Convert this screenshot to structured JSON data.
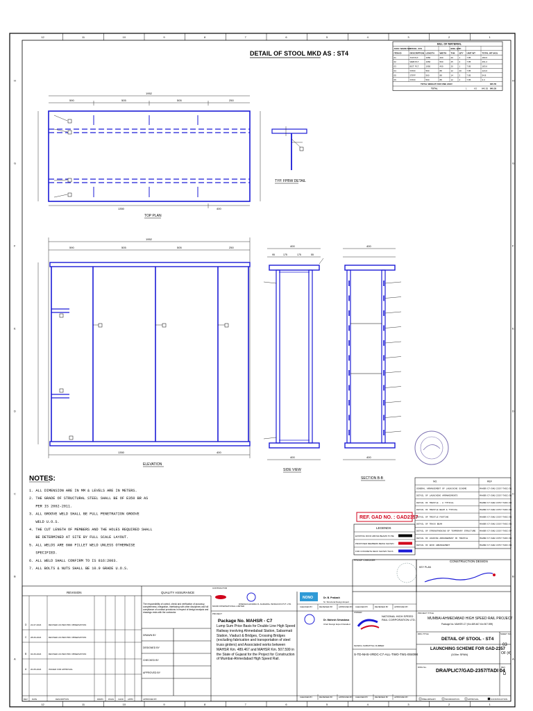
{
  "drawing": {
    "title": "DETAIL OF STOOL MKD AS : ST4",
    "views": {
      "top_plan": "TOP PLAN",
      "elevation": "ELEVATION",
      "side_view": "SIDE VIEW",
      "section": "SECTION B-B",
      "fpbw": "TYP. FPBW DETAIL"
    },
    "dims": {
      "overall": "1952",
      "segments": [
        "590",
        "505",
        "505",
        "250"
      ],
      "bottom_left": "1350",
      "bottom_right": "400",
      "side_400": "400",
      "side_top": [
        "95",
        "175",
        "175",
        "55"
      ]
    }
  },
  "grid": {
    "top_numbers": [
      "12",
      "11",
      "10",
      "9",
      "8",
      "7",
      "6",
      "5",
      "4",
      "3",
      "2",
      "1"
    ],
    "side_letters": [
      "H",
      "G",
      "F",
      "E",
      "D",
      "C",
      "B",
      "A"
    ]
  },
  "bom": {
    "title": "BILL OF MATERIAL",
    "header1": [
      "ASSY. MARK NO:",
      "STOOL -ST4",
      "",
      "",
      "ENG. QTY:",
      "1"
    ],
    "header2": [
      "ITEM ID",
      "DESCRIPTION",
      "LENGTH",
      "WIDTH",
      "THK",
      "QTY",
      "UNIT WT",
      "TOTAL WT (KG)"
    ],
    "rows": [
      [
        "01",
        "TOP PLT.",
        "1950",
        "400",
        "20",
        "1",
        "7.85",
        "183.6"
      ],
      [
        "02",
        "WEB PLT",
        "1950",
        "560",
        "25",
        "2",
        "7.85",
        "461.2"
      ],
      [
        "03",
        "BOT. PLT.",
        "1950",
        "400",
        "20",
        "1",
        "7.85",
        "183.6"
      ],
      [
        "04",
        "STIFF",
        "560",
        "88",
        "12",
        "20",
        "7.85",
        "124.0"
      ],
      [
        "05",
        "STIFF",
        "560",
        "88",
        "14",
        "2",
        "7.85",
        "54.8"
      ],
      [
        "06",
        "STIFF",
        "560",
        "88",
        "12",
        "4",
        "7.85",
        "3.3"
      ]
    ],
    "total_label": "TOTAL WEIGHT FOR ONE ASSY.",
    "total_value": "845.55",
    "grand": [
      "TOTAL",
      "1",
      "KG",
      "845.55",
      "845.55"
    ]
  },
  "notes": {
    "heading": "NOTES:",
    "items": [
      "1. ALL DIMENSION ARE IN MM & LEVELS ARE IN METERS.",
      "2. THE GRADE OF STRUCTURAL STEEL SHALL BE OF E350 BR AS",
      "   PER IS 2062-2011.",
      "3. ALL GROOVE WELD SHALL BE FULL PENETRATION GROOVE",
      "   WELD U.O.S.",
      "4. THE CUT LENGTH OF MEMBERS AND THE HOLES REQUIRED SHALL",
      "   BE DETERMINED AT SITE BY FULL SCALE LAYOUT.",
      "5. ALL WELDS ARE 6mm FILLET WELD UNLESS OTHERWISE",
      "   SPECIFIED.",
      "6. ALL WELD SHALL CONFIRM TO IS 816:2003.",
      "7. ALL BOLTS & NUTS SHALL BE 10.9 GRADE U.O.S."
    ]
  },
  "ref_gad": "REF. GAD NO. : GAD2357",
  "legends": {
    "title": "LEGENDS",
    "items": [
      "EXISTING ROOF ABOVE BEAMS TO BE",
      "PROPOSED MEMBERS BEING SHOWN",
      "FOR CONCRETE DECK SHOWN THUS"
    ]
  },
  "references": {
    "header": [
      "NO.",
      "REF"
    ],
    "rows": [
      [
        "GENERAL ARRANGEMENT OF LAUNCHING SCHEME",
        "MAHSR/C7/GAD/2357/TADI/01"
      ],
      [
        "DETAIL OF LAUNCHING ARRANGEMENTS",
        "MAHSR/C7/GAD/2357/TADI/02"
      ],
      [
        "DETAIL OF TRESTLE - A TYPICAL",
        "MAHSR/C7/GAD/2357/TADI/03"
      ],
      [
        "DETAIL OF TRESTLE BEAM & TYPICAL",
        "MAHSR/C7/GAD/2357/TADI/04"
      ],
      [
        "DETAIL OF TRESTLE FOOTING",
        "MAHSR/C7/GAD/2357/TADI/05"
      ],
      [
        "DETAIL OF TRACK BEAM",
        "MAHSR/C7/GAD/2357/TADI/06"
      ],
      [
        "DETAIL OF STRENGTHENING OF TEMPORARY STRUCTURE",
        "MAHSR/C7/GAD/2357/TADI/07"
      ],
      [
        "DETAIL OF LOADING ARRANGEMENT OF TRESTLE",
        "MAHSR/C7/GAD/2357/TADI/08"
      ],
      [
        "DETAIL OF GRID ARRANGEMENT",
        "MAHSR/C7/GAD/2357/TADI/09"
      ]
    ]
  },
  "stamps": {
    "construction_design": "CONSTRUCTION DESIGN",
    "key_plan": "KEY PLAN",
    "proof_checker": "PROOF CHECKER"
  },
  "revision": {
    "title": "REVISION",
    "rows": [
      [
        "D",
        "22-07-2024",
        "REVISED AS PER PMC OBSERVATION"
      ],
      [
        "C",
        "28-06-2024",
        "REVISED AS PER PMC OBSERVATION"
      ],
      [
        "B",
        "04-06-2024",
        "REVISED AS PER PMC OBSERVATION"
      ],
      [
        "A",
        "20-05-2024",
        "ISSUED FOR APPROVAL"
      ]
    ],
    "footer": [
      "REV",
      "DATE",
      "DESCRIPTION",
      "DRWN",
      "DSGN",
      "CHKD",
      "APPD",
      "APPROVED BY"
    ]
  },
  "qa": {
    "title": "QUALITY ASSURANCE",
    "text": "The responsibility of control, check and verification of accuracy, completeness, integration, interfacing with other disciplines and full compliance of contract provisions in respect of design analysis and drawings rests with the contractor.",
    "roles": [
      "DRAWN BY",
      "DESIGNED BY",
      "CHECKED BY",
      "APPROVED BY"
    ]
  },
  "contractor": {
    "label": "CONTRACTOR",
    "names": [
      "MCRR INTERNATIONAL LIMITED",
      "DINESHCHANDRA R. AGRAWAL INFRACON PVT. LTD."
    ],
    "project_label": "PROJECT",
    "package_title": "Package No. MAHSR - C7",
    "package_desc": "Lump Sum Price Basis for Double Line High Speed Railway involving Ahmedabad Station, Sabarmati Station, Viaduct & Bridges, Crossing Bridges (excluding fabrication and transportation of steel truss girders) and Associated works between MAHSR Km. 489.467 and MAHSR Km. 507.599 in the State of Gujarat for the Project for Construction of Mumbai-Ahmedabad High Speed Rail."
  },
  "consultant": {
    "nono": "NONO",
    "person1": "Dr. B. Prakash",
    "person1_role": "Sr. Structural Design Expert",
    "person2": "Dr. Mahesh Srivastava",
    "person2_role": "Chief Design Expert Detailed",
    "cols": [
      "CHECKED BY",
      "REVIEWED BY",
      "APPROVED BY"
    ]
  },
  "owner": {
    "label": "OWNER",
    "name": "NATIONAL HIGH SPEED RAIL CORPORATION LTD.",
    "submittal_label": "NHSRCL SUBMITTAL NUMBER",
    "submittal": "S-TD-NHS-VRDC-C7-ALL-TWO-TW1-004098"
  },
  "title_block": {
    "project_title_label": "PROJECT TITLE",
    "project": "MUMBAI-AHMEDABAD HIGH SPEED RAIL PROJECT",
    "package_line": "Package No. MAHSR-C7 (Km 489.467-Km 507.599)",
    "drawing_title_label": "DRG TITLE",
    "drawing_title": [
      "DETAIL OF STOOL - ST4",
      "LAUNCHING SCHEME FOR GAD-2357",
      "(100m SPAN)"
    ],
    "sheet_label": "SHEET NO.",
    "sheet": "03",
    "of": "OF (4)",
    "drg_no_label": "DWG No.",
    "drg_no": "DRA/PLIC7/GAD-2357/TADI 04",
    "rev_label": "REV",
    "rev": "D",
    "status": [
      "PRELIMINARY",
      "INFORMATION",
      "APPROVAL",
      "CONSTRUCTION"
    ]
  },
  "colors": {
    "primary": "#1a1ad6",
    "red": "#d0021b",
    "black": "#000000"
  }
}
